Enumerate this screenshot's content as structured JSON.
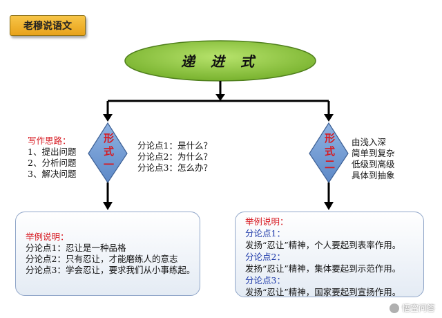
{
  "badge": "老穆说语文",
  "top_oval": "递 进 式",
  "left": {
    "diamond": "形式一",
    "thinking_title": "写作思路：",
    "thinking_items": [
      "1、提出问题",
      "2、分析问题",
      "3、解决问题"
    ],
    "points": [
      "分论点1：是什么？",
      "分论点2：为什么？",
      "分论点3：怎么办？"
    ],
    "box": {
      "title": "举例说明：",
      "lines": [
        "分论点1：忍让是一种品格",
        "分论点2：只有忍让，才能磨练人的意志",
        "分论点3：学会忍让，要求我们从小事练起。"
      ]
    }
  },
  "right": {
    "diamond": "形式二",
    "progression": [
      "由浅入深",
      "简单到复杂",
      "低级到高级",
      "具体到抽象"
    ],
    "box": {
      "title": "举例说明：",
      "items": [
        {
          "label": "分论点1：",
          "text": "发扬“忍让”精神，个人要起到表率作用。"
        },
        {
          "label": "分论点2：",
          "text": "发扬“忍让”精神，集体要起到示范作用。"
        },
        {
          "label": "分论点3：",
          "text": "发扬“忍让”精神，国家要起到宣扬作用。"
        }
      ]
    }
  },
  "watermark": "悟空问答",
  "colors": {
    "oval": "#92d050",
    "diamond": "#6f9bd3",
    "accent_red": "#d71920",
    "accent_blue": "#1a36a8"
  }
}
